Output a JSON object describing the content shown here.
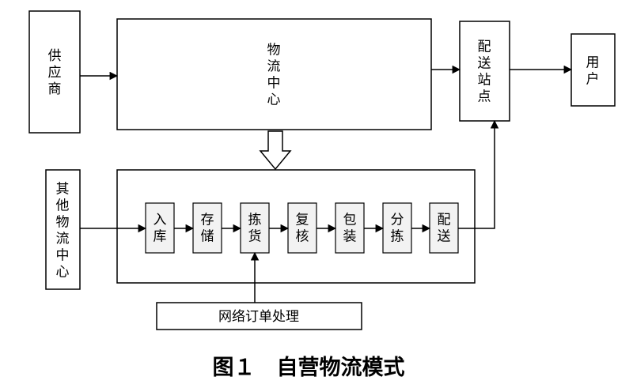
{
  "diagram": {
    "supplier": "供应商",
    "logistics_center": "物流中心",
    "delivery_station": "配送站点",
    "user": "用户",
    "other_centers": "其他物流中心",
    "steps": [
      "入库",
      "存储",
      "拣货",
      "复核",
      "包装",
      "分拣",
      "配送"
    ],
    "online_orders": "网络订单处理",
    "caption": "图１　自营物流模式"
  },
  "colors": {
    "stroke": "#000000",
    "step_fill": "#f2f2f2"
  }
}
